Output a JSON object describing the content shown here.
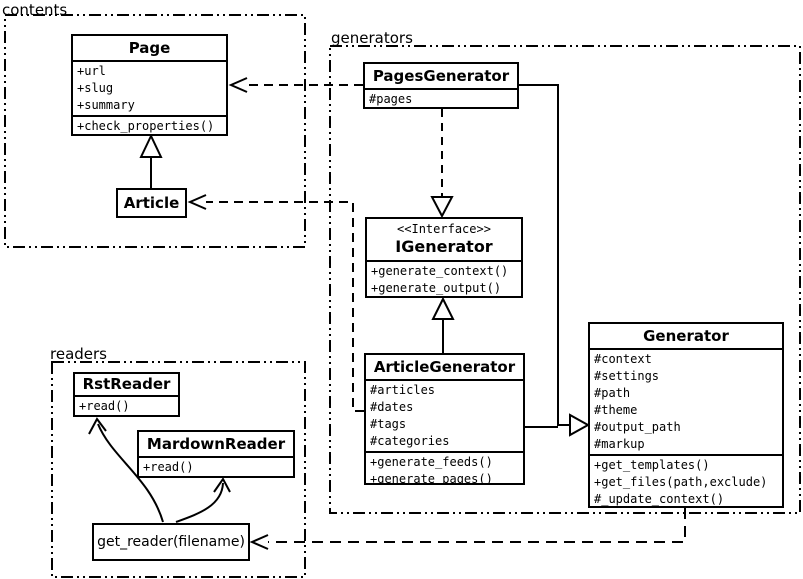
{
  "packages": {
    "contents": {
      "label": "contents"
    },
    "generators": {
      "label": "generators"
    },
    "readers": {
      "label": "readers"
    }
  },
  "classes": {
    "page": {
      "name": "Page",
      "attributes": [
        "+url",
        "+slug",
        "+summary"
      ],
      "methods": [
        "+check_properties()"
      ]
    },
    "article": {
      "name": "Article"
    },
    "pages_generator": {
      "name": "PagesGenerator",
      "attributes": [
        "#pages"
      ]
    },
    "igenerator": {
      "stereotype": "<<Interface>>",
      "name": "IGenerator",
      "methods": [
        "+generate_context()",
        "+generate_output()"
      ]
    },
    "article_generator": {
      "name": "ArticleGenerator",
      "attributes": [
        "#articles",
        "#dates",
        "#tags",
        "#categories"
      ],
      "methods": [
        "+generate_feeds()",
        "+generate_pages()"
      ]
    },
    "generator": {
      "name": "Generator",
      "attributes": [
        "#context",
        "#settings",
        "#path",
        "#theme",
        "#output_path",
        "#markup"
      ],
      "methods": [
        "+get_templates()",
        "+get_files(path,exclude)",
        "#_update_context()"
      ]
    },
    "rst_reader": {
      "name": "RstReader",
      "methods": [
        "+read()"
      ]
    },
    "mardown_reader": {
      "name": "MardownReader",
      "methods": [
        "+read()"
      ]
    },
    "get_reader": {
      "name": "get_reader(filename)"
    }
  },
  "relationships": [
    {
      "from": "Article",
      "to": "Page",
      "type": "inheritance"
    },
    {
      "from": "PagesGenerator",
      "to": "IGenerator",
      "type": "realization"
    },
    {
      "from": "ArticleGenerator",
      "to": "IGenerator",
      "type": "inheritance"
    },
    {
      "from": "PagesGenerator",
      "to": "Generator",
      "type": "inheritance"
    },
    {
      "from": "ArticleGenerator",
      "to": "Generator",
      "type": "inheritance"
    },
    {
      "from": "PagesGenerator",
      "to": "Page",
      "type": "dependency"
    },
    {
      "from": "ArticleGenerator",
      "to": "Article",
      "type": "dependency"
    },
    {
      "from": "Generator",
      "to": "get_reader(filename)",
      "type": "dependency"
    },
    {
      "from": "get_reader(filename)",
      "to": "RstReader",
      "type": "association"
    },
    {
      "from": "get_reader(filename)",
      "to": "MardownReader",
      "type": "association"
    }
  ],
  "colors": {
    "line": "#000000",
    "background": "#ffffff",
    "box_fill": "#ffffff"
  }
}
